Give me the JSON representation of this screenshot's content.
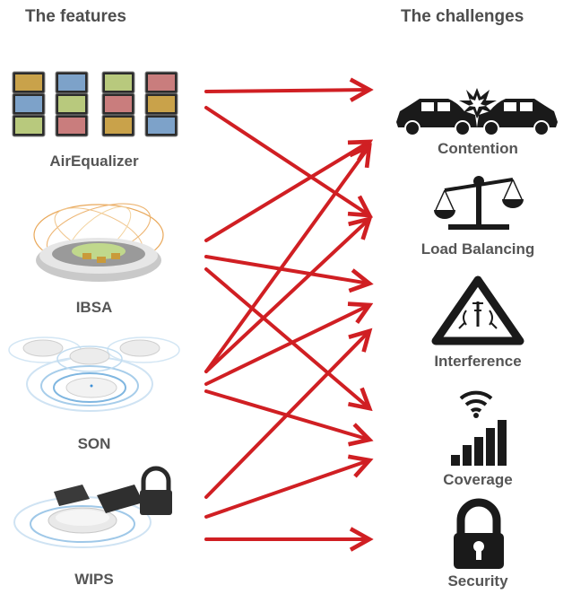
{
  "headers": {
    "features": "The features",
    "challenges": "The challenges"
  },
  "features": [
    {
      "id": "airequalizer",
      "label": "AirEqualizer",
      "icon": "tablet-grid-icon"
    },
    {
      "id": "ibsa",
      "label": "IBSA",
      "icon": "beamforming-access-point-icon"
    },
    {
      "id": "son",
      "label": "SON",
      "icon": "access-points-network-icon"
    },
    {
      "id": "wips",
      "label": "WIPS",
      "icon": "chips-padlock-access-point-icon"
    }
  ],
  "challenges": [
    {
      "id": "contention",
      "label": "Contention",
      "icon": "car-collision-icon"
    },
    {
      "id": "load-balancing",
      "label": "Load Balancing",
      "icon": "balance-scale-icon"
    },
    {
      "id": "interference",
      "label": "Interference",
      "icon": "interference-warning-icon"
    },
    {
      "id": "coverage",
      "label": "Coverage",
      "icon": "wifi-signal-bars-icon"
    },
    {
      "id": "security",
      "label": "Security",
      "icon": "padlock-icon"
    }
  ],
  "connections": [
    {
      "from": "airequalizer",
      "to": "contention"
    },
    {
      "from": "airequalizer",
      "to": "load-balancing"
    },
    {
      "from": "ibsa",
      "to": "contention"
    },
    {
      "from": "ibsa",
      "to": "interference"
    },
    {
      "from": "ibsa",
      "to": "coverage"
    },
    {
      "from": "son",
      "to": "contention"
    },
    {
      "from": "son",
      "to": "load-balancing"
    },
    {
      "from": "son",
      "to": "interference"
    },
    {
      "from": "son",
      "to": "coverage"
    },
    {
      "from": "wips",
      "to": "interference"
    },
    {
      "from": "wips",
      "to": "coverage"
    },
    {
      "from": "wips",
      "to": "security"
    }
  ],
  "colors": {
    "arrow": "#d01f23",
    "icon": "#1a1a1a",
    "label": "#555555"
  }
}
